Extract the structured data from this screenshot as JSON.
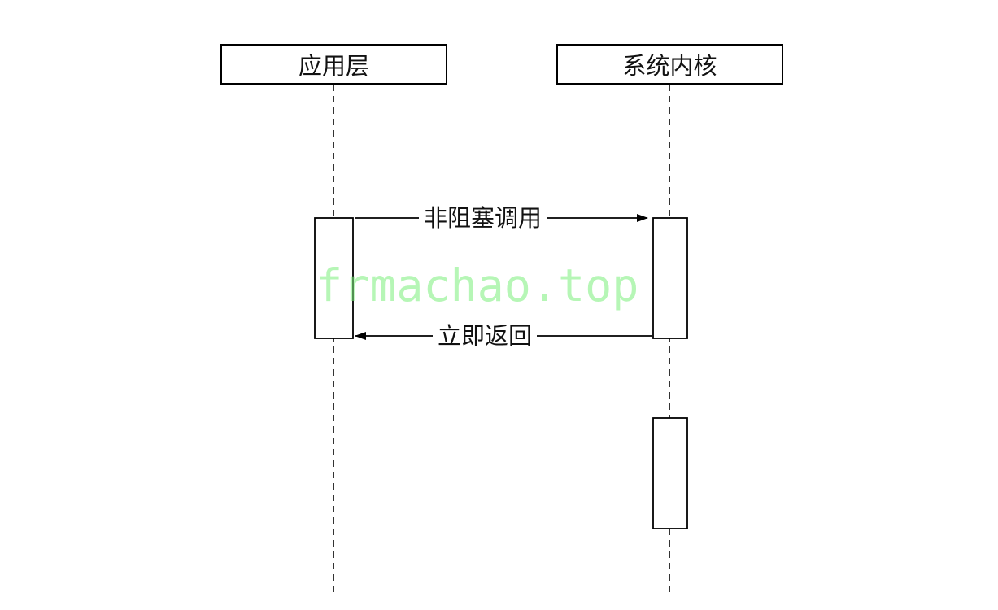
{
  "participants": {
    "app": {
      "label": "应用层"
    },
    "kernel": {
      "label": "系统内核"
    }
  },
  "messages": {
    "call": {
      "label": "非阻塞调用",
      "direction": "app-to-kernel"
    },
    "return": {
      "label": "立即返回",
      "direction": "kernel-to-app"
    }
  },
  "watermark": {
    "text": "frmachao.top"
  },
  "colors": {
    "line": "#000000",
    "watermark": "#7cf07c"
  }
}
